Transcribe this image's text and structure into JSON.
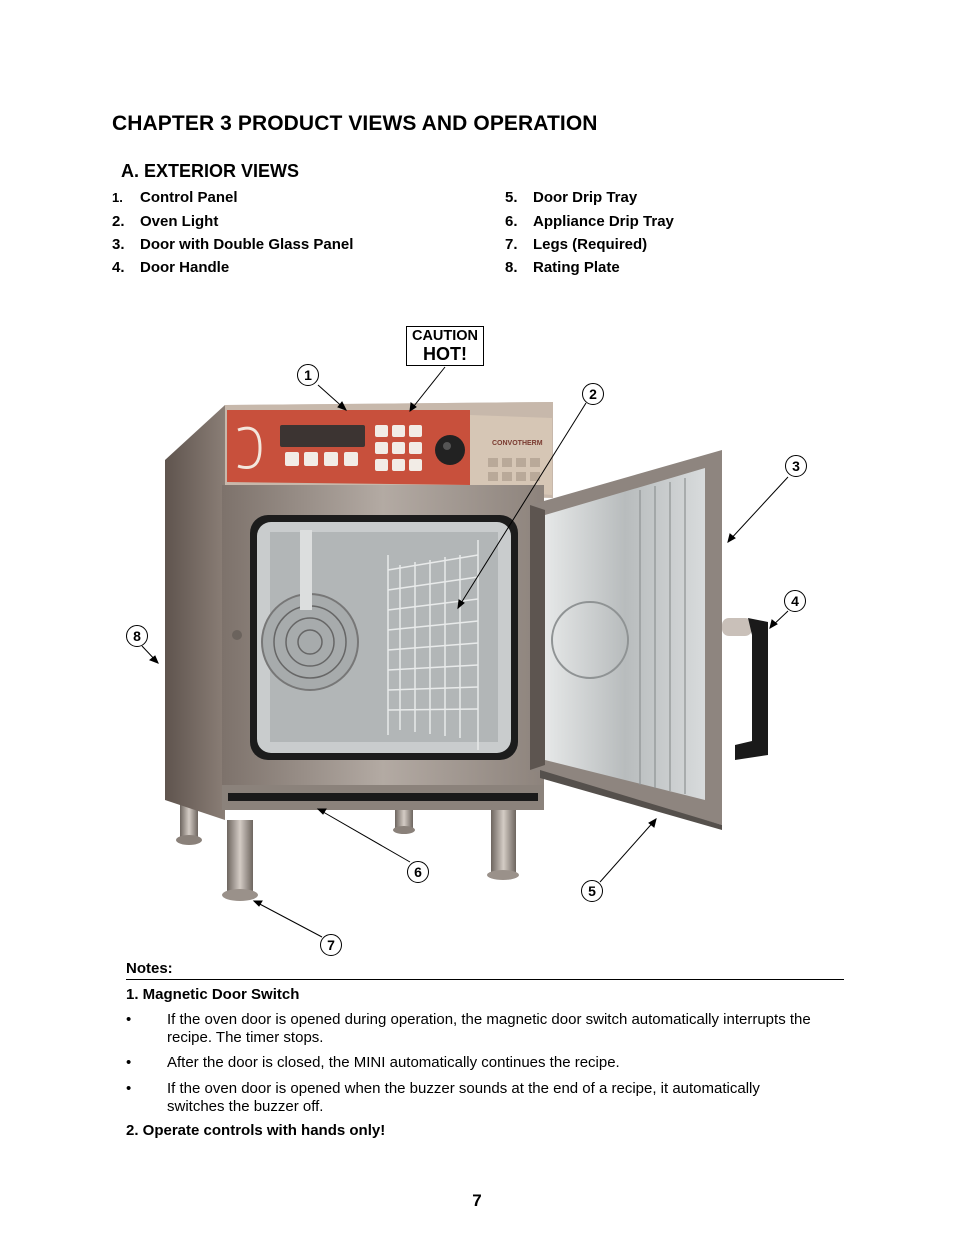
{
  "chapter_title": "CHAPTER 3 PRODUCT VIEWS AND OPERATION",
  "section_title": "A.  EXTERIOR VIEWS",
  "views_left": [
    {
      "num": "1.",
      "label": "Control Panel"
    },
    {
      "num": "2.",
      "label": "Oven Light"
    },
    {
      "num": "3.",
      "label": "Door with Double Glass Panel"
    },
    {
      "num": "4.",
      "label": "Door Handle"
    }
  ],
  "views_right": [
    {
      "num": "5.",
      "label": "Door Drip Tray"
    },
    {
      "num": "6.",
      "label": "Appliance Drip Tray"
    },
    {
      "num": "7.",
      "label": "Legs (Required)"
    },
    {
      "num": "8.",
      "label": "Rating Plate"
    }
  ],
  "caution": {
    "line1": "CAUTION",
    "line2": "HOT!"
  },
  "callouts": [
    "1",
    "2",
    "3",
    "4",
    "5",
    "6",
    "7",
    "8"
  ],
  "brand_plate": "CONVOTHERM",
  "notes_heading": "Notes:",
  "note1_title": "1. Magnetic Door Switch",
  "note1_bullets": [
    {
      "bullet": "•",
      "text": "If the oven door is opened during operation, the magnetic door switch automatically interrupts the recipe. The timer stops."
    },
    {
      "bullet": "•",
      "text": "After the door is closed, the MINI automatically continues the recipe."
    },
    {
      "bullet": "•",
      "text": "If the oven door is opened when the buzzer sounds at the end of a recipe, it automatically switches the buzzer off."
    }
  ],
  "note2_title": "2. Operate controls with hands only!",
  "page_number": "7",
  "colors": {
    "panel_red": "#c8503c",
    "steel": "#9a8f86",
    "interior": "#cfd2d3",
    "handle": "#1a1a1a"
  }
}
